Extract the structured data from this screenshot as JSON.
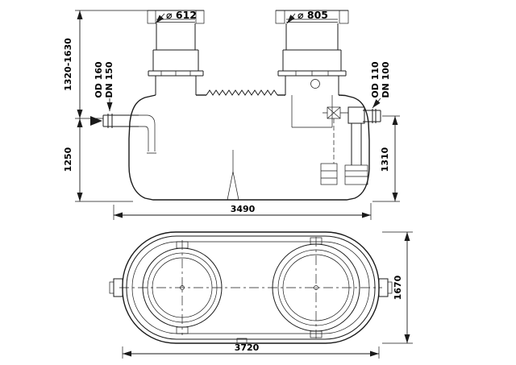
{
  "page": {
    "background": "#ffffff",
    "line_color": "#1a1a1a"
  },
  "side_view": {
    "shaft_left_diameter": "⌀ 612",
    "shaft_right_diameter": "⌀ 805",
    "depth_range": "1320-1630",
    "inlet_od": "OD 160",
    "inlet_dn": "DN 150",
    "height_lower": "1250",
    "outlet_od": "OD 110",
    "outlet_dn": "DN 100",
    "outlet_height": "1310",
    "length": "3490"
  },
  "plan_view": {
    "width": "1670",
    "length": "3720"
  }
}
